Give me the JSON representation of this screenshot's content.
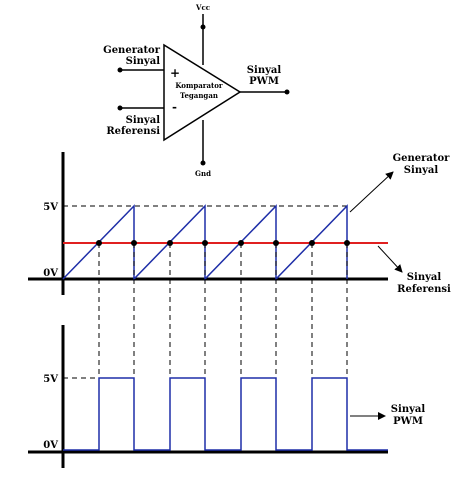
{
  "comparator": {
    "vcc": "Vcc",
    "gnd": "Gnd",
    "plus": "+",
    "minus": "-",
    "body_line1": "Komparator",
    "body_line2": "Tegangan",
    "in_generator_line1": "Generator",
    "in_generator_line2": "Sinyal",
    "in_referensi_line1": "Sinyal",
    "in_referensi_line2": "Referensi",
    "out_line1": "Sinyal",
    "out_line2": "PWM"
  },
  "top_plot": {
    "y_high": "5V",
    "y_low": "0V",
    "callout_generator_line1": "Generator",
    "callout_generator_line2": "Sinyal",
    "callout_referensi_line1": "Sinyal",
    "callout_referensi_line2": "Referensi"
  },
  "bottom_plot": {
    "y_high": "5V",
    "y_low": "0V",
    "callout_pwm_line1": "Sinyal",
    "callout_pwm_line2": "PWM"
  },
  "colors": {
    "sawtooth": "#1f2fa8",
    "reference": "#e02020",
    "pwm": "#1f2fa8",
    "axis": "#000000",
    "guide": "#000000"
  }
}
